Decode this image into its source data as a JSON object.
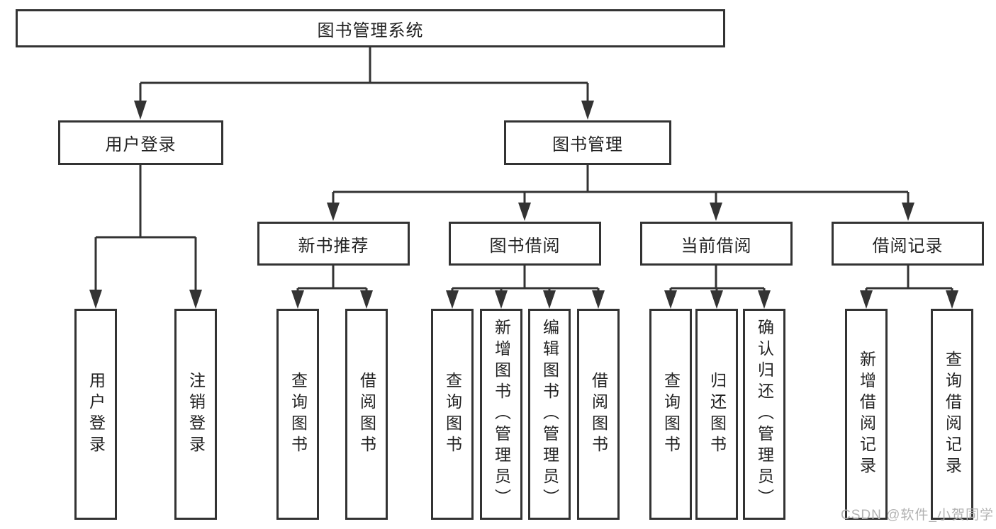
{
  "diagram": {
    "root": {
      "label": "图书管理系统"
    },
    "level2": [
      {
        "label": "用户登录"
      },
      {
        "label": "图书管理"
      }
    ],
    "level3": [
      {
        "label": "新书推荐"
      },
      {
        "label": "图书借阅"
      },
      {
        "label": "当前借阅"
      },
      {
        "label": "借阅记录"
      }
    ],
    "leaves": {
      "user_login": [
        {
          "label": "用户登录"
        },
        {
          "label": "注销登录"
        }
      ],
      "new_book_recommend": [
        {
          "label": "查询图书"
        },
        {
          "label": "借阅图书"
        }
      ],
      "book_borrow": [
        {
          "label": "查询图书"
        },
        {
          "label": "新增图书（管理员）"
        },
        {
          "label": "编辑图书（管理员）"
        },
        {
          "label": "借阅图书"
        }
      ],
      "current_borrow": [
        {
          "label": "查询图书"
        },
        {
          "label": "归还图书"
        },
        {
          "label": "确认归还（管理员）"
        }
      ],
      "borrow_records": [
        {
          "label": "新增借阅记录"
        },
        {
          "label": "查询借阅记录"
        }
      ]
    }
  },
  "watermark": {
    "text": "CSDN @软件_小贺同学"
  },
  "colors": {
    "line": "#333333",
    "box_border": "#333333",
    "box_fill": "#ffffff",
    "text": "#222222",
    "watermark": "#b3b3b3"
  }
}
